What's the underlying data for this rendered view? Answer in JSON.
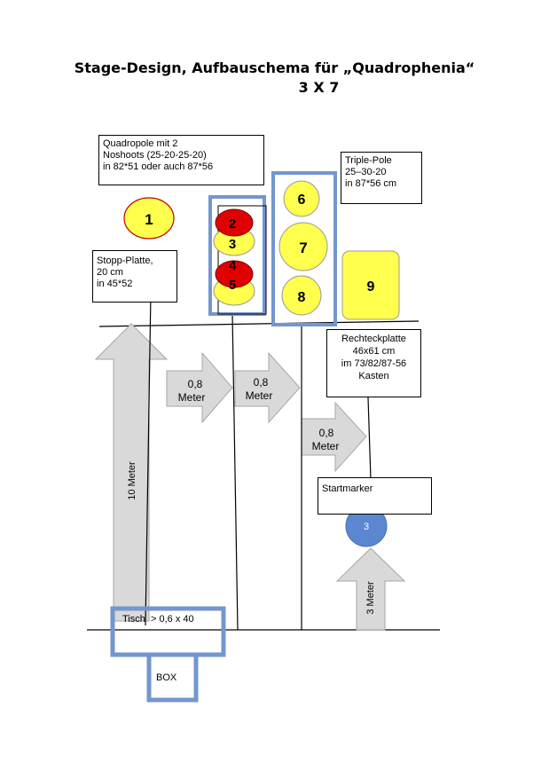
{
  "title": {
    "line1": "Stage-Design, Aufbauschema für „Quadrophenia“",
    "line2": "3 X 7"
  },
  "boxes": {
    "quadropole": [
      "Quadropole mit 2",
      "Noshoots (25-20-25-20)",
      "in 82*51 oder auch 87*56"
    ],
    "triple": [
      "Triple-Pole",
      "25–30-20",
      "in 87*56 cm"
    ],
    "stopp": [
      "Stopp-Platte,",
      "20 cm",
      "in 45*52"
    ],
    "rechteck": [
      "Rechteckplatte",
      "46x61 cm",
      "im 73/82/87-56",
      "Kasten"
    ],
    "startmarker": "Startmarker",
    "tisch": "Tisch  > 0,6 x 40",
    "box": "BOX"
  },
  "circles": {
    "c1": "1",
    "c2": "2",
    "c3": "3",
    "c4": "4",
    "c5": "5",
    "c6": "6",
    "c7": "7",
    "c8": "8",
    "c9": "9",
    "start": "3"
  },
  "arrows": {
    "a1": [
      "0,8",
      "Meter"
    ],
    "a2": [
      "0,8",
      "Meter"
    ],
    "a3": [
      "0,8",
      "Meter"
    ],
    "ten": "10 Meter",
    "three": "3 Meter"
  },
  "colors": {
    "yellow": "#ffff4d",
    "red": "#e00000",
    "blue": "#7396cf",
    "startBlue": "#5b87d0",
    "arrowGrey": "#d9d9d9"
  }
}
